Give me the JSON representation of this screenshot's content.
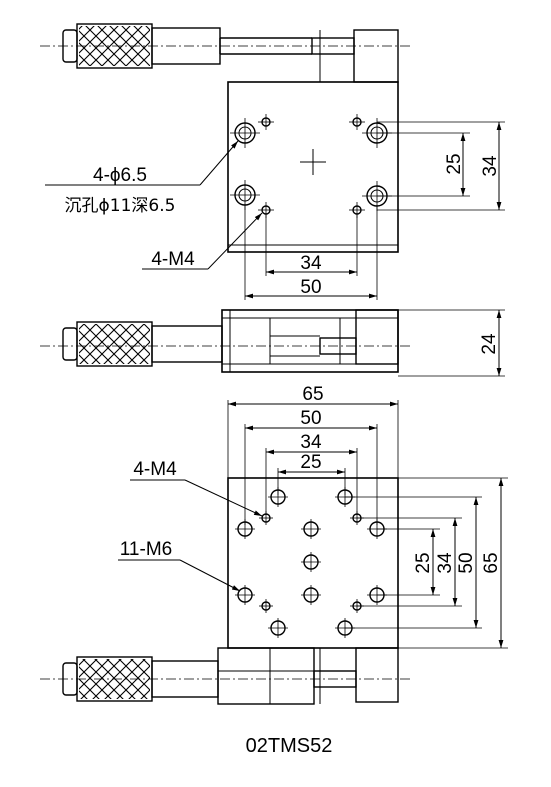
{
  "title": "02TMS52",
  "top_view": {
    "callout_cbore_line1": "4-ϕ6.5",
    "callout_cbore_line2": "沉孔ϕ11深6.5",
    "callout_tap": "4-M4",
    "dim_h_inner": "34",
    "dim_h_outer": "50",
    "dim_v_inner": "25",
    "dim_v_outer": "34"
  },
  "side_view": {
    "dim_height": "24"
  },
  "bottom_view": {
    "callout_m4": "4-M4",
    "callout_m6": "11-M6",
    "dim_h_65": "65",
    "dim_h_50": "50",
    "dim_h_34": "34",
    "dim_h_25": "25",
    "dim_v_25": "25",
    "dim_v_34": "34",
    "dim_v_50": "50",
    "dim_v_65": "65"
  }
}
